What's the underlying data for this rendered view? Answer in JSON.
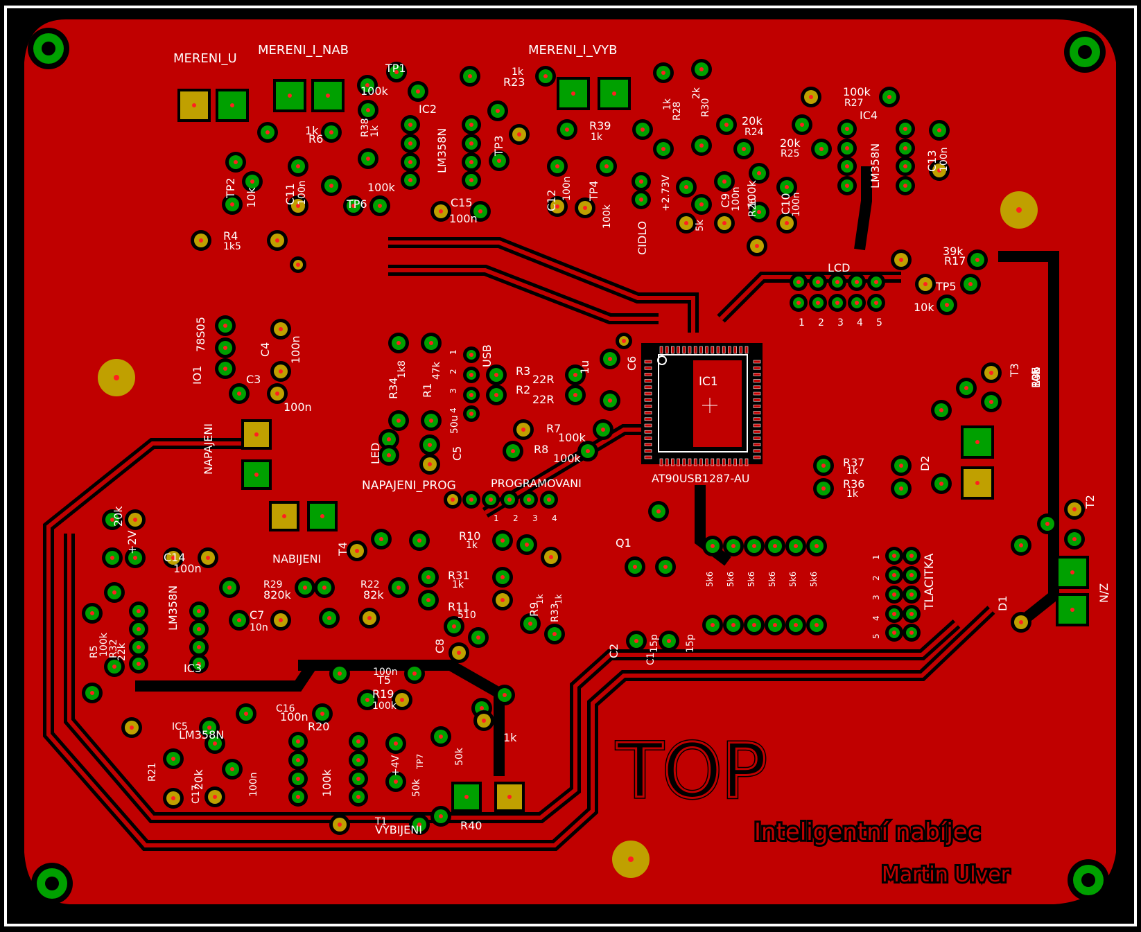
{
  "board": {
    "colors": {
      "background": "#000000",
      "outline": "#ffffff",
      "copper": "#c00000",
      "pad": "#00a000",
      "hole": "#c0a000",
      "silk": "#ffffff",
      "drill": "#ff2020"
    },
    "title_mark": "TOP",
    "project_title": "Inteligentní nabíjec",
    "author": "Martin Ulver"
  },
  "labels": [
    "MERENI_U",
    "MERENI_I_NAB",
    "MERENI_I_VYB",
    "TP1",
    "100k",
    "1k",
    "R23",
    "IC2",
    "TP3",
    "R38",
    "1k",
    "1k",
    "R6",
    "LM358N",
    "TP2",
    "10k",
    "C11",
    "100n",
    "TP6",
    "100k",
    "C15",
    "100n",
    "R4",
    "1k5",
    "R39",
    "1k",
    "R28",
    "1k",
    "R30",
    "2k",
    "R24",
    "20k",
    "R25",
    "20k",
    "R27",
    "100k",
    "IC4",
    "LM358N",
    "C13",
    "100n",
    "C12",
    "100n",
    "TP4",
    "100k",
    "CIDLO",
    "+2.73V",
    "5k",
    "C9",
    "100n",
    "R26",
    "100k",
    "C10",
    "100n",
    "R17",
    "39k",
    "TP5",
    "10k",
    "LCD",
    "1",
    "2",
    "3",
    "4",
    "5",
    "IO1",
    "78S05",
    "C4",
    "100n",
    "C3",
    "100n",
    "NAPAJENI",
    "R34",
    "1k8",
    "R1",
    "47k",
    "LED",
    "C5",
    "50u",
    "USB",
    "1",
    "2",
    "3",
    "4",
    "R3",
    "22R",
    "R2",
    "22R",
    "1u",
    "C6",
    "R7",
    "100k",
    "R8",
    "100k",
    "IC1",
    "AT90USB1287-AU",
    "NAPAJENI_PROG",
    "PROGRAMOVANI",
    "1",
    "2",
    "3",
    "4",
    "T3",
    "FAN",
    "D2",
    "R37",
    "1k",
    "R36",
    "1k",
    "T2",
    "N/Z",
    "D1",
    "20k",
    "+2V",
    "C14",
    "100n",
    "NABIJENI",
    "T4",
    "R10",
    "1k",
    "R29",
    "820k",
    "R22",
    "82k",
    "R31",
    "1k",
    "R11",
    "510",
    "R9",
    "1k",
    "R33",
    "1k",
    "Q1",
    "5k6",
    "5k6",
    "5k6",
    "5k6",
    "5k6",
    "5k6",
    "C2",
    "15p",
    "C1",
    "15p",
    "TLACITKA",
    "1",
    "2",
    "3",
    "4",
    "5",
    "IC3",
    "LM358N",
    "R5",
    "100k",
    "R32",
    "22k",
    "C7",
    "10n",
    "C8",
    "100n",
    "T5",
    "R19",
    "100k",
    "C16",
    "100n",
    "R20",
    "100k",
    "IC5",
    "LM358N",
    "R21",
    "20k",
    "C17",
    "100n",
    "+4V",
    "50k",
    "TP7",
    "50k",
    "1k",
    "R40",
    "T1",
    "VYBIJENI",
    "R35",
    "10k"
  ]
}
